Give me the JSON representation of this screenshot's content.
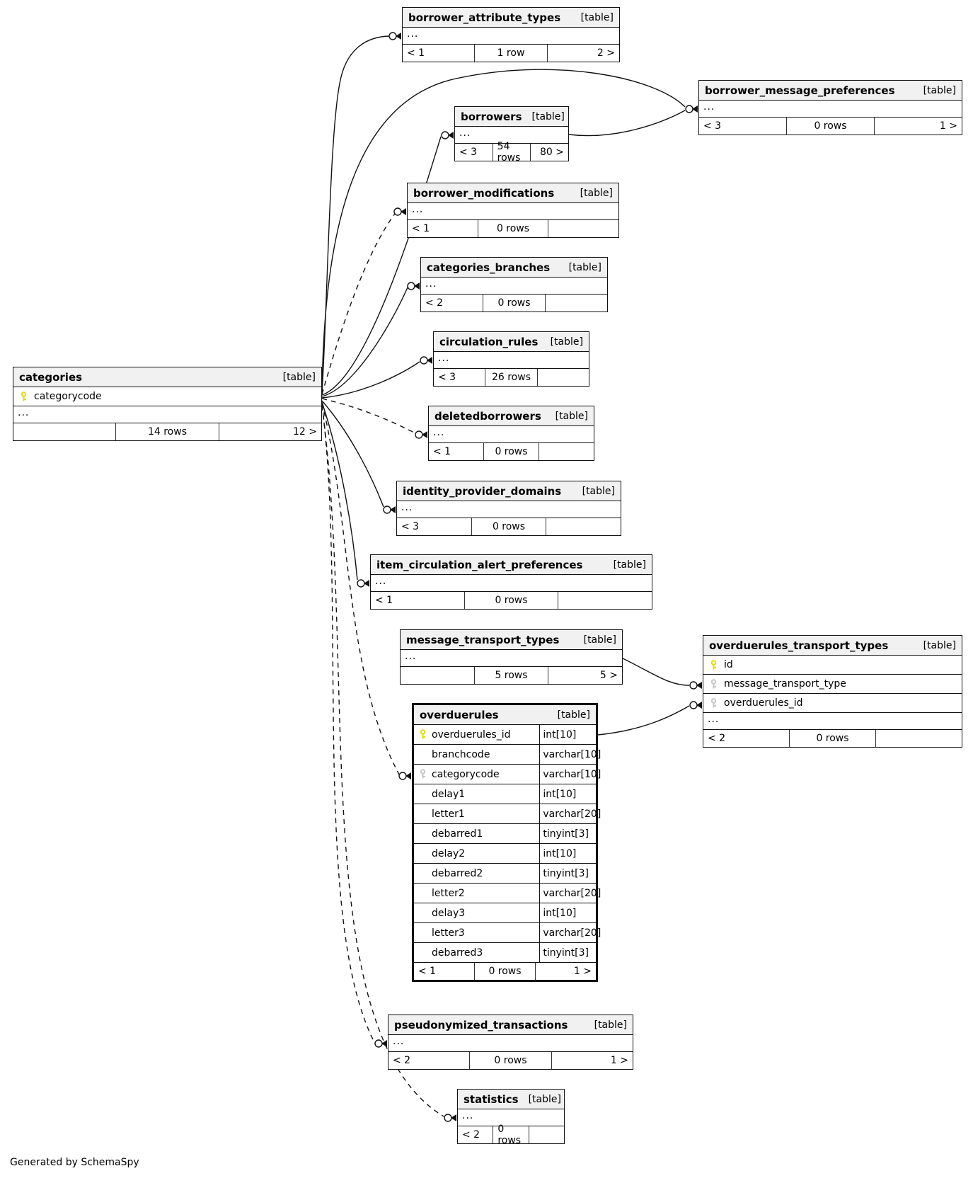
{
  "app": {
    "generator_note": "Generated by SchemaSpy"
  },
  "colors": {
    "header_bg": "#f1f1f1",
    "border": "#111111",
    "pk_key": "#dede00",
    "fk_key": "#c6c6c6"
  },
  "tables": [
    {
      "id": "borrower_attribute_types",
      "title": "borrower_attribute_types",
      "badge": "[table]",
      "rows": [
        {
          "kind": "ellipsis"
        }
      ],
      "footer": [
        "< 1",
        "1 row",
        "2 >"
      ]
    },
    {
      "id": "borrower_message_preferences",
      "title": "borrower_message_preferences",
      "badge": "[table]",
      "rows": [
        {
          "kind": "ellipsis"
        }
      ],
      "footer": [
        "< 3",
        "0 rows",
        "1 >"
      ]
    },
    {
      "id": "borrowers",
      "title": "borrowers",
      "badge": "[table]",
      "rows": [
        {
          "kind": "ellipsis"
        }
      ],
      "footer": [
        "< 3",
        "54 rows",
        "80 >"
      ]
    },
    {
      "id": "borrower_modifications",
      "title": "borrower_modifications",
      "badge": "[table]",
      "rows": [
        {
          "kind": "ellipsis"
        }
      ],
      "footer": [
        "< 1",
        "0 rows",
        ""
      ]
    },
    {
      "id": "categories_branches",
      "title": "categories_branches",
      "badge": "[table]",
      "rows": [
        {
          "kind": "ellipsis"
        }
      ],
      "footer": [
        "< 2",
        "0 rows",
        ""
      ]
    },
    {
      "id": "circulation_rules",
      "title": "circulation_rules",
      "badge": "[table]",
      "rows": [
        {
          "kind": "ellipsis"
        }
      ],
      "footer": [
        "< 3",
        "26 rows",
        ""
      ]
    },
    {
      "id": "categories",
      "title": "categories",
      "badge": "[table]",
      "rows": [
        {
          "kind": "key",
          "icon": "pk",
          "label": "categorycode"
        },
        {
          "kind": "ellipsis"
        }
      ],
      "footer": [
        "",
        "14 rows",
        "12 >"
      ]
    },
    {
      "id": "deletedborrowers",
      "title": "deletedborrowers",
      "badge": "[table]",
      "rows": [
        {
          "kind": "ellipsis"
        }
      ],
      "footer": [
        "< 1",
        "0 rows",
        ""
      ]
    },
    {
      "id": "identity_provider_domains",
      "title": "identity_provider_domains",
      "badge": "[table]",
      "rows": [
        {
          "kind": "ellipsis"
        }
      ],
      "footer": [
        "< 3",
        "0 rows",
        ""
      ]
    },
    {
      "id": "item_circulation_alert_preferences",
      "title": "item_circulation_alert_preferences",
      "badge": "[table]",
      "rows": [
        {
          "kind": "ellipsis"
        }
      ],
      "footer": [
        "< 1",
        "0 rows",
        ""
      ]
    },
    {
      "id": "message_transport_types",
      "title": "message_transport_types",
      "badge": "[table]",
      "rows": [
        {
          "kind": "ellipsis"
        }
      ],
      "footer": [
        "",
        "5 rows",
        "5 >"
      ]
    },
    {
      "id": "overduerules_transport_types",
      "title": "overduerules_transport_types",
      "badge": "[table]",
      "rows": [
        {
          "kind": "key",
          "icon": "pk",
          "label": "id"
        },
        {
          "kind": "key",
          "icon": "fk",
          "label": "message_transport_type"
        },
        {
          "kind": "key",
          "icon": "fk",
          "label": "overduerules_id"
        },
        {
          "kind": "ellipsis"
        }
      ],
      "footer": [
        "< 2",
        "0 rows",
        ""
      ]
    },
    {
      "id": "overduerules",
      "title": "overduerules",
      "badge": "[table]",
      "emphasis": true,
      "rows": [
        {
          "kind": "col",
          "icon": "pk",
          "label": "overduerules_id",
          "type": "int[10]"
        },
        {
          "kind": "col",
          "label": "branchcode",
          "type": "varchar[10]"
        },
        {
          "kind": "col",
          "icon": "fk",
          "label": "categorycode",
          "type": "varchar[10]"
        },
        {
          "kind": "col",
          "label": "delay1",
          "type": "int[10]"
        },
        {
          "kind": "col",
          "label": "letter1",
          "type": "varchar[20]"
        },
        {
          "kind": "col",
          "label": "debarred1",
          "type": "tinyint[3]"
        },
        {
          "kind": "col",
          "label": "delay2",
          "type": "int[10]"
        },
        {
          "kind": "col",
          "label": "debarred2",
          "type": "tinyint[3]"
        },
        {
          "kind": "col",
          "label": "letter2",
          "type": "varchar[20]"
        },
        {
          "kind": "col",
          "label": "delay3",
          "type": "int[10]"
        },
        {
          "kind": "col",
          "label": "letter3",
          "type": "varchar[20]"
        },
        {
          "kind": "col",
          "label": "debarred3",
          "type": "tinyint[3]"
        }
      ],
      "footer": [
        "< 1",
        "0 rows",
        "1 >"
      ]
    },
    {
      "id": "pseudonymized_transactions",
      "title": "pseudonymized_transactions",
      "badge": "[table]",
      "rows": [
        {
          "kind": "ellipsis"
        }
      ],
      "footer": [
        "< 2",
        "0 rows",
        "1 >"
      ]
    },
    {
      "id": "statistics",
      "title": "statistics",
      "badge": "[table]",
      "rows": [
        {
          "kind": "ellipsis"
        }
      ],
      "footer": [
        "< 2",
        "0 rows",
        ""
      ]
    }
  ]
}
